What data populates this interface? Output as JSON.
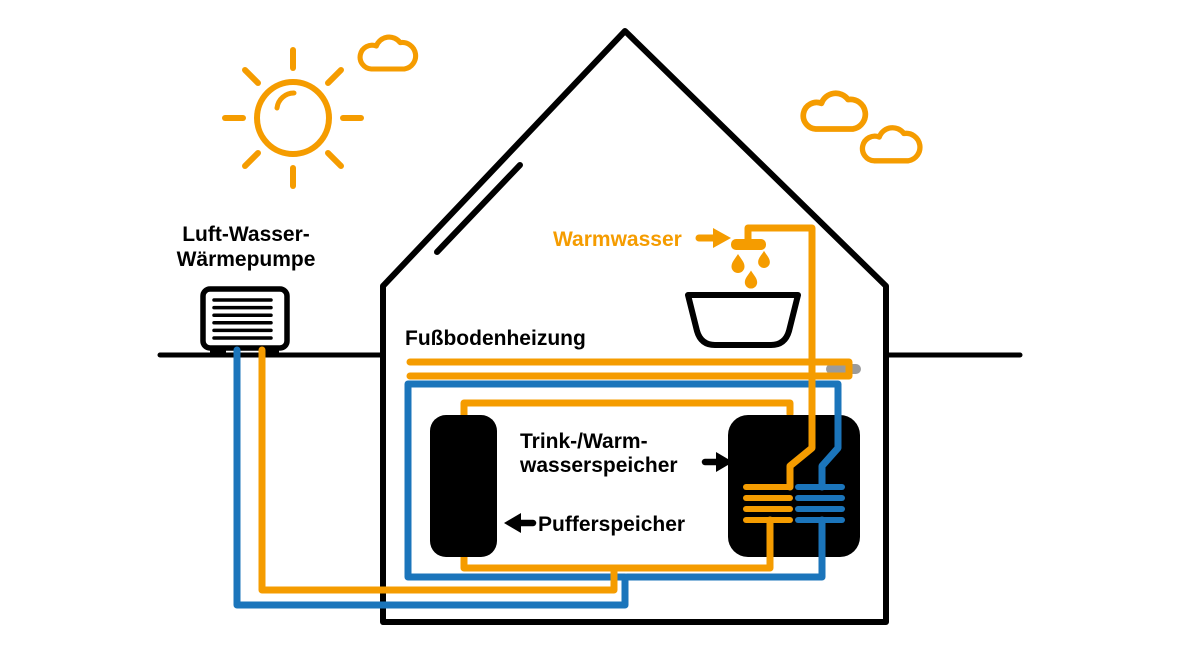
{
  "colors": {
    "orange": "#F59C00",
    "blue": "#1B75BB",
    "black": "#000000",
    "gray": "#9B9B9B",
    "white": "#FFFFFF"
  },
  "labels": {
    "heat_pump": {
      "line1": "Luft-Wasser-",
      "line2": "Wärmepumpe"
    },
    "floor_heating": "Fußbodenheizung",
    "hot_water": "Warmwasser",
    "dhw_tank": {
      "line1": "Trink-/Warm-",
      "line2": "wasserspeicher"
    },
    "buffer_tank": "Pufferspeicher"
  },
  "diagram": {
    "type": "schematic",
    "components": [
      "sun",
      "clouds",
      "house",
      "air-water-heat-pump",
      "underfloor-heating-circuit",
      "buffer-storage-tank",
      "domestic-hot-water-tank",
      "heat-exchanger-coils",
      "shower-outlet",
      "bathtub"
    ],
    "flows": [
      {
        "name": "warm-supply",
        "color": "#F59C00"
      },
      {
        "name": "cold-return",
        "color": "#1B75BB"
      }
    ]
  }
}
